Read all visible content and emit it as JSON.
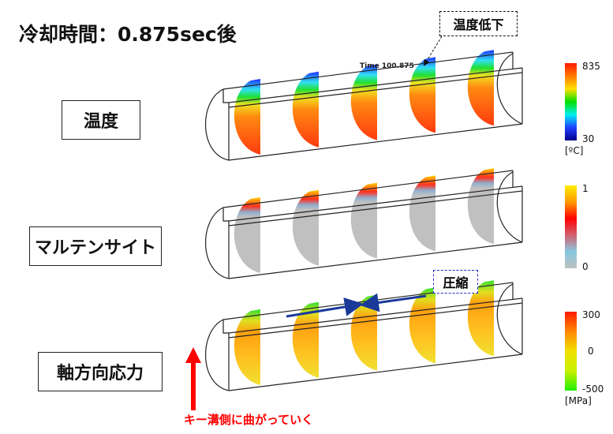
{
  "title": "冷却時間：0.875sec後",
  "panels": [
    {
      "label": "温度",
      "colorbar": {
        "max": "835",
        "min": "30",
        "unit": "[ºC]",
        "colors": [
          "#ff1a00",
          "#ff7a00",
          "#ffe000",
          "#00e000",
          "#00f0f0",
          "#2040ff",
          "#00008a"
        ]
      }
    },
    {
      "label": "マルテンサイト",
      "colorbar": {
        "max": "1",
        "min": "0",
        "unit": "",
        "colors": [
          "#ffee00",
          "#ff9900",
          "#ff0000",
          "#d06070",
          "#88c8e0",
          "#c0c0c0"
        ]
      }
    },
    {
      "label": "軸方向応力",
      "colorbar": {
        "max": "300",
        "mid": "0",
        "min": "-500",
        "unit": "[MPa]",
        "colors": [
          "#ff1a00",
          "#ff8800",
          "#f0e000",
          "#c8f000",
          "#20f000"
        ]
      }
    }
  ],
  "sim_time": "Time 100.875",
  "callouts": {
    "temp_drop": "温度低下",
    "compression": "圧縮",
    "bending": "キー溝側に曲がっていく"
  },
  "colors": {
    "arrow_blue": "#1a3a9a",
    "arrow_red": "#ff0000",
    "gray": "#c0c0c0"
  }
}
